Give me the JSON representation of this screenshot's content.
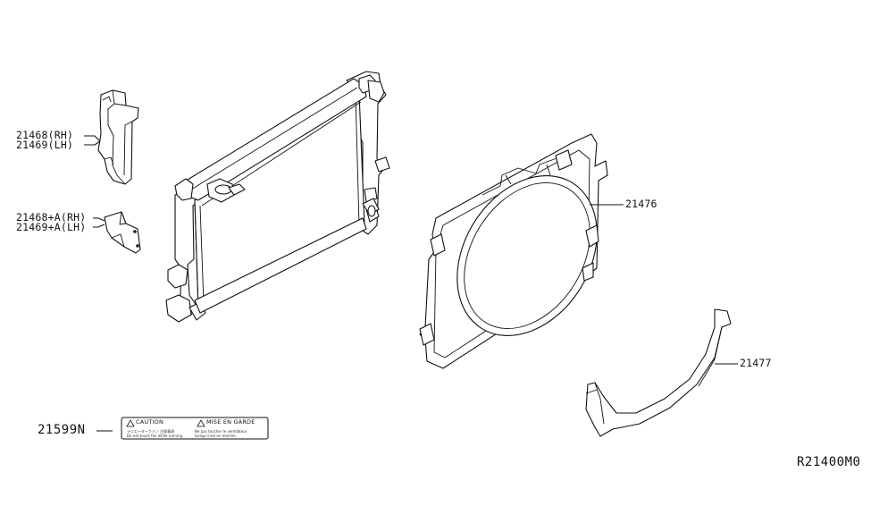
{
  "diagram": {
    "code": "R21400M0",
    "callouts": {
      "duct_upper_rh": "21468(RH)",
      "duct_upper_lh": "21469(LH)",
      "duct_lower_rh": "21468+A(RH)",
      "duct_lower_lh": "21469+A(LH)",
      "shroud": "21476",
      "shroud_lower": "21477",
      "caution_label": "21599N"
    },
    "caution_label": {
      "left_heading": "CAUTION",
      "right_heading": "MISE EN GARDE"
    }
  }
}
